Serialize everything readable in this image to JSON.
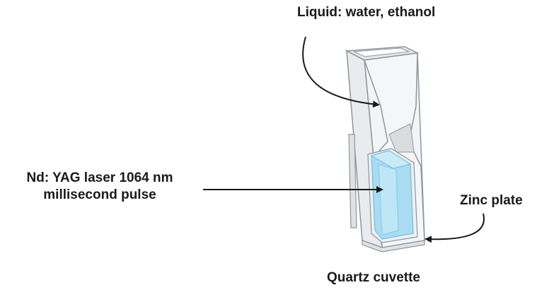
{
  "labels": {
    "liquid": "Liquid: water, ethanol",
    "laser_line1": "Nd: YAG laser 1064 nm",
    "laser_line2": "millisecond pulse",
    "zinc_plate": "Zinc plate",
    "cuvette": "Quartz cuvette"
  },
  "colors": {
    "text": "#1a1a1a",
    "arrow": "#1a1a1a",
    "glass_fill": "#eef0f2",
    "glass_stroke": "#8f969c",
    "liquid_fill": "#a9dcf2",
    "liquid_stroke": "#6fbfe0"
  }
}
